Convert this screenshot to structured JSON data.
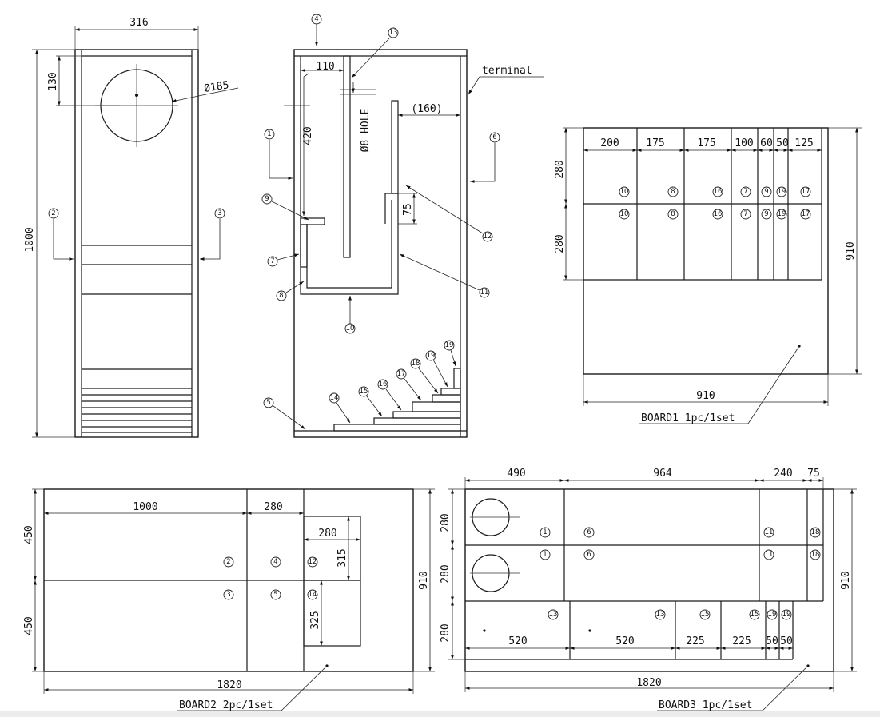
{
  "front_view": {
    "width": "316",
    "height": "1000",
    "top_offset": "130",
    "driver_diameter": "Ø185",
    "parts": {
      "left": "2",
      "right": "3"
    }
  },
  "side_view": {
    "dim_110": "110",
    "dim_160": "(160)",
    "dim_420": "420",
    "dim_75": "75",
    "hole_label": "Ø8 HOLE",
    "terminal_label": "terminal",
    "parts": {
      "p1": "1",
      "p4": "4",
      "p5": "5",
      "p6": "6",
      "p7": "7",
      "p8": "8",
      "p9": "9",
      "p10": "10",
      "p11": "11",
      "p12": "12",
      "p13": "13",
      "p14": "14",
      "p15": "15",
      "p16": "16",
      "p17": "17",
      "p18": "18",
      "p19": "19"
    }
  },
  "board1": {
    "label": "BOARD1 1pc/1set",
    "width": "910",
    "height": "910",
    "row_height_1": "280",
    "row_height_2": "280",
    "col_widths": [
      "200",
      "175",
      "175",
      "100",
      "60",
      "50",
      "125"
    ],
    "row1_parts": [
      "10",
      "8",
      "16",
      "7",
      "9",
      "19",
      "17"
    ],
    "row2_parts": [
      "10",
      "8",
      "16",
      "7",
      "9",
      "19",
      "17"
    ]
  },
  "board2": {
    "label": "BOARD2 2pc/1set",
    "width": "1820",
    "height": "910",
    "row_1": "450",
    "row_2": "450",
    "col_1": "1000",
    "col_2": "280",
    "sub_width": "280",
    "sub_h1": "315",
    "sub_h2": "325",
    "parts": {
      "a": "2",
      "b": "4",
      "c": "12",
      "d": "3",
      "e": "5",
      "f": "14"
    }
  },
  "board3": {
    "label": "BOARD3 1pc/1set",
    "width": "1820",
    "height": "910",
    "top_cols": [
      "490",
      "964",
      "240",
      "75"
    ],
    "rows": [
      "280",
      "280",
      "280"
    ],
    "bottom_cols": [
      "520",
      "520",
      "225",
      "225",
      "50",
      "50"
    ],
    "row1_parts": [
      "1",
      "6",
      "11",
      "18"
    ],
    "row2_parts": [
      "1",
      "6",
      "11",
      "18"
    ],
    "row3_parts": [
      "13",
      "13",
      "15",
      "15",
      "19",
      "19"
    ]
  }
}
